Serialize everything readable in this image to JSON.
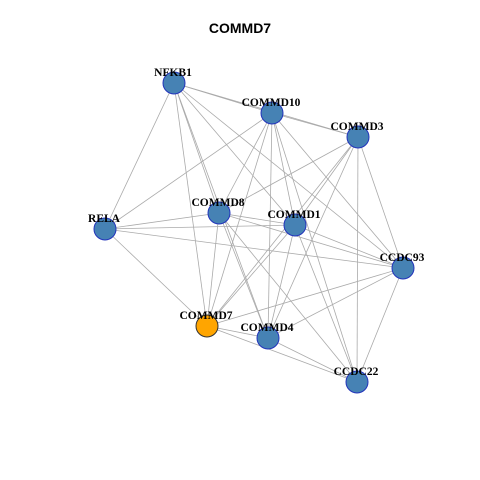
{
  "title": "COMMD7",
  "colors": {
    "node_fill": "#4682B4",
    "node_stroke": "#2233BB",
    "focus_fill": "#FFA500",
    "focus_stroke": "#333333",
    "edge": "#AAAAAA"
  },
  "nodes": [
    {
      "id": "NFKB1",
      "label": "NFKB1",
      "focus": false
    },
    {
      "id": "COMMD10",
      "label": "COMMD10",
      "focus": false
    },
    {
      "id": "COMMD3",
      "label": "COMMD3",
      "focus": false
    },
    {
      "id": "COMMD8",
      "label": "COMMD8",
      "focus": false
    },
    {
      "id": "RELA",
      "label": "RELA",
      "focus": false
    },
    {
      "id": "COMMD1",
      "label": "COMMD1",
      "focus": false
    },
    {
      "id": "CCDC93",
      "label": "CCDC93",
      "focus": false
    },
    {
      "id": "COMMD7",
      "label": "COMMD7",
      "focus": true
    },
    {
      "id": "COMMD4",
      "label": "COMMD4",
      "focus": false
    },
    {
      "id": "CCDC22",
      "label": "CCDC22",
      "focus": false
    }
  ],
  "edges": [
    [
      "NFKB1",
      "COMMD10"
    ],
    [
      "NFKB1",
      "COMMD3"
    ],
    [
      "NFKB1",
      "RELA"
    ],
    [
      "NFKB1",
      "COMMD8"
    ],
    [
      "NFKB1",
      "COMMD1"
    ],
    [
      "NFKB1",
      "COMMD7"
    ],
    [
      "NFKB1",
      "COMMD4"
    ],
    [
      "NFKB1",
      "CCDC93"
    ],
    [
      "COMMD10",
      "COMMD3"
    ],
    [
      "COMMD10",
      "RELA"
    ],
    [
      "COMMD10",
      "COMMD8"
    ],
    [
      "COMMD10",
      "COMMD1"
    ],
    [
      "COMMD10",
      "COMMD7"
    ],
    [
      "COMMD10",
      "COMMD4"
    ],
    [
      "COMMD10",
      "CCDC22"
    ],
    [
      "COMMD10",
      "CCDC93"
    ],
    [
      "COMMD3",
      "COMMD8"
    ],
    [
      "COMMD3",
      "COMMD1"
    ],
    [
      "COMMD3",
      "COMMD7"
    ],
    [
      "COMMD3",
      "COMMD4"
    ],
    [
      "COMMD3",
      "CCDC22"
    ],
    [
      "COMMD3",
      "CCDC93"
    ],
    [
      "COMMD8",
      "RELA"
    ],
    [
      "COMMD8",
      "COMMD1"
    ],
    [
      "COMMD8",
      "COMMD7"
    ],
    [
      "COMMD8",
      "COMMD4"
    ],
    [
      "COMMD8",
      "CCDC22"
    ],
    [
      "COMMD8",
      "CCDC93"
    ],
    [
      "RELA",
      "COMMD1"
    ],
    [
      "RELA",
      "COMMD7"
    ],
    [
      "RELA",
      "CCDC93"
    ],
    [
      "COMMD1",
      "COMMD7"
    ],
    [
      "COMMD1",
      "COMMD4"
    ],
    [
      "COMMD1",
      "CCDC22"
    ],
    [
      "COMMD1",
      "CCDC93"
    ],
    [
      "CCDC93",
      "COMMD7"
    ],
    [
      "CCDC93",
      "COMMD4"
    ],
    [
      "CCDC93",
      "CCDC22"
    ],
    [
      "COMMD7",
      "COMMD4"
    ],
    [
      "COMMD7",
      "CCDC22"
    ],
    [
      "COMMD4",
      "CCDC22"
    ]
  ]
}
